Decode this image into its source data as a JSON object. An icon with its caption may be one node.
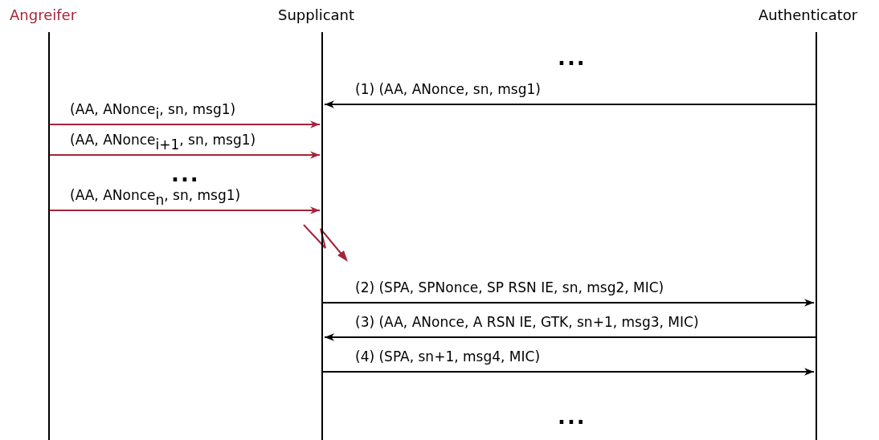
{
  "diagram": {
    "nodes": [
      {
        "text": [
          "Angreifer"
        ]
      },
      {
        "text": [
          "Supplicant"
        ]
      },
      {
        "text": [
          "Authenticator"
        ]
      }
    ],
    "edges": [
      {
        "from": 2,
        "to": 1,
        "arrow": "to",
        "label": "(1) (AA, ANonce, sn, msg1)"
      },
      {
        "from": 0,
        "to": 1,
        "arrow": "to",
        "label": "(AA, ANonce$_{i}$, sn, msg1)",
        "color": "#a5243a"
      },
      {
        "from": 0,
        "to": 1,
        "arrow": "to",
        "label": "(AA, ANonce$_{i+1}$, sn, msg1)",
        "color": "#a5243a"
      },
      {
        "from": 0,
        "to": 1,
        "arrow": "to",
        "label": "(AA, ANonce$_{n}$, sn, msg1)",
        "color": "#a5243a"
      },
      {
        "from": 1,
        "to": 2,
        "arrow": "to",
        "label": "(2) (SPA, SPNonce, SP RSN IE, sn, msg2, MIC)"
      },
      {
        "from": 2,
        "to": 1,
        "arrow": "to",
        "label": "(3) (AA, ANonce, A RSN IE, GTK, sn+1, msg3, MIC)"
      },
      {
        "from": 1,
        "to": 2,
        "arrow": "to",
        "label": "(4) (SPA, sn+1, msg4, MIC)"
      }
    ],
    "labels": [
      "...",
      "...",
      "..."
    ]
  }
}
